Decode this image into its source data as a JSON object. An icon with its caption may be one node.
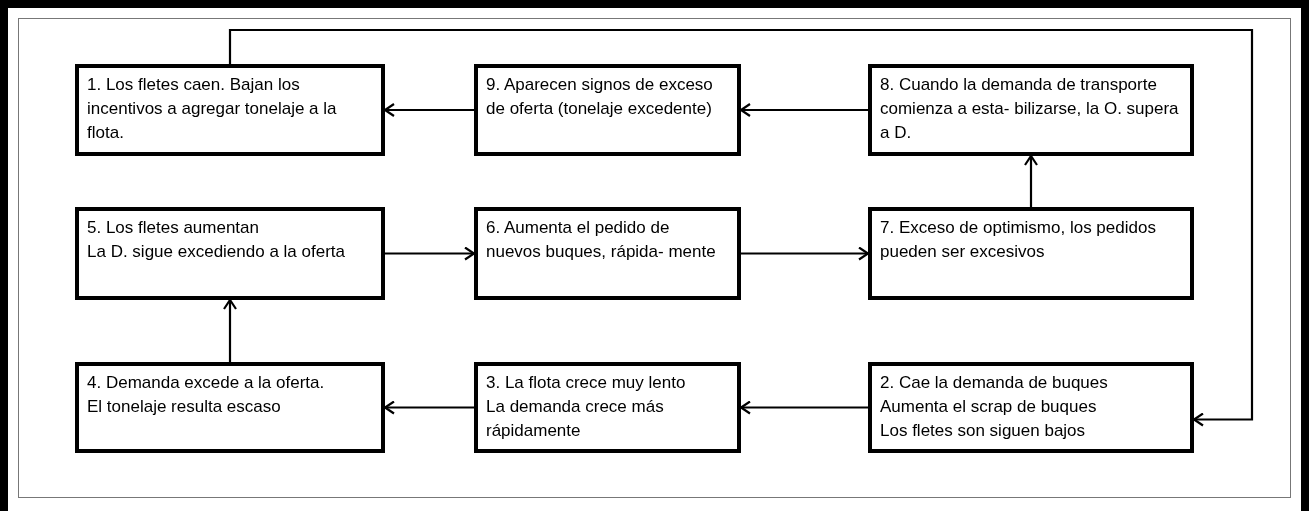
{
  "diagram": {
    "nodes": [
      {
        "text": [
          "1. Los fletes caen. Bajan los incentivos a agregar tonelaje a la flota."
        ]
      },
      {
        "text": [
          "9. Aparecen signos de exceso de oferta (tonelaje excedente)"
        ]
      },
      {
        "text": [
          "8. Cuando la demanda de transporte comienza a esta- bilizarse, la O. supera a D."
        ]
      },
      {
        "text": [
          "5. Los fletes aumentan",
          "La D. sigue excediendo a la oferta"
        ]
      },
      {
        "text": [
          "6. Aumenta el pedido de nuevos buques, rápida- mente"
        ]
      },
      {
        "text": [
          "7. Exceso de optimismo, los pedidos pueden ser excesivos"
        ]
      },
      {
        "text": [
          "4. Demanda excede a la oferta.",
          "El tonelaje resulta escaso"
        ]
      },
      {
        "text": [
          "3. La flota crece muy lento",
          "La demanda crece más rápidamente"
        ]
      },
      {
        "text": [
          "2. Cae la demanda de buques",
          "Aumenta el scrap de buques",
          "Los fletes son siguen bajos"
        ]
      }
    ],
    "edges": [
      {
        "from": 1,
        "to": 0,
        "arrow": "to"
      },
      {
        "from": 2,
        "to": 1,
        "arrow": "to"
      },
      {
        "from": 5,
        "to": 2,
        "arrow": "to"
      },
      {
        "from": 3,
        "to": 4,
        "arrow": "to"
      },
      {
        "from": 4,
        "to": 5,
        "arrow": "to"
      },
      {
        "from": 6,
        "to": 3,
        "arrow": "to"
      },
      {
        "from": 7,
        "to": 6,
        "arrow": "to"
      },
      {
        "from": 8,
        "to": 7,
        "arrow": "to"
      },
      {
        "from": 0,
        "to": 8,
        "arrow": "to"
      }
    ]
  }
}
